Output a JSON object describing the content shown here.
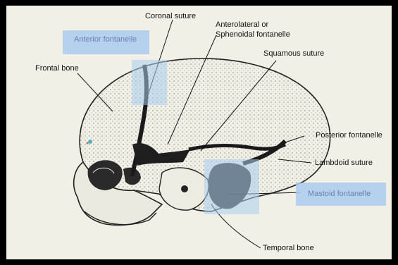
{
  "labels": {
    "coronal_suture": "Coronal suture",
    "anterolateral_line1": "Anterolateral or",
    "anterolateral_line2": "Sphenoidal fontanelle",
    "anterior_fontanelle": "Anterior fontanelle",
    "squamous_suture": "Squamous suture",
    "frontal_bone": "Frontal bone",
    "posterior_fontanelle": "Posterior fontanelle",
    "lambdoid_suture": "Lambdoid suture",
    "mastoid_fontanelle": "Mastoid fontanelle",
    "temporal_bone": "Temporal bone"
  },
  "colors": {
    "background": "#f1efe6",
    "frame": "#000000",
    "highlight": "#a9cdee",
    "highlight_text": "#6b7fae"
  }
}
